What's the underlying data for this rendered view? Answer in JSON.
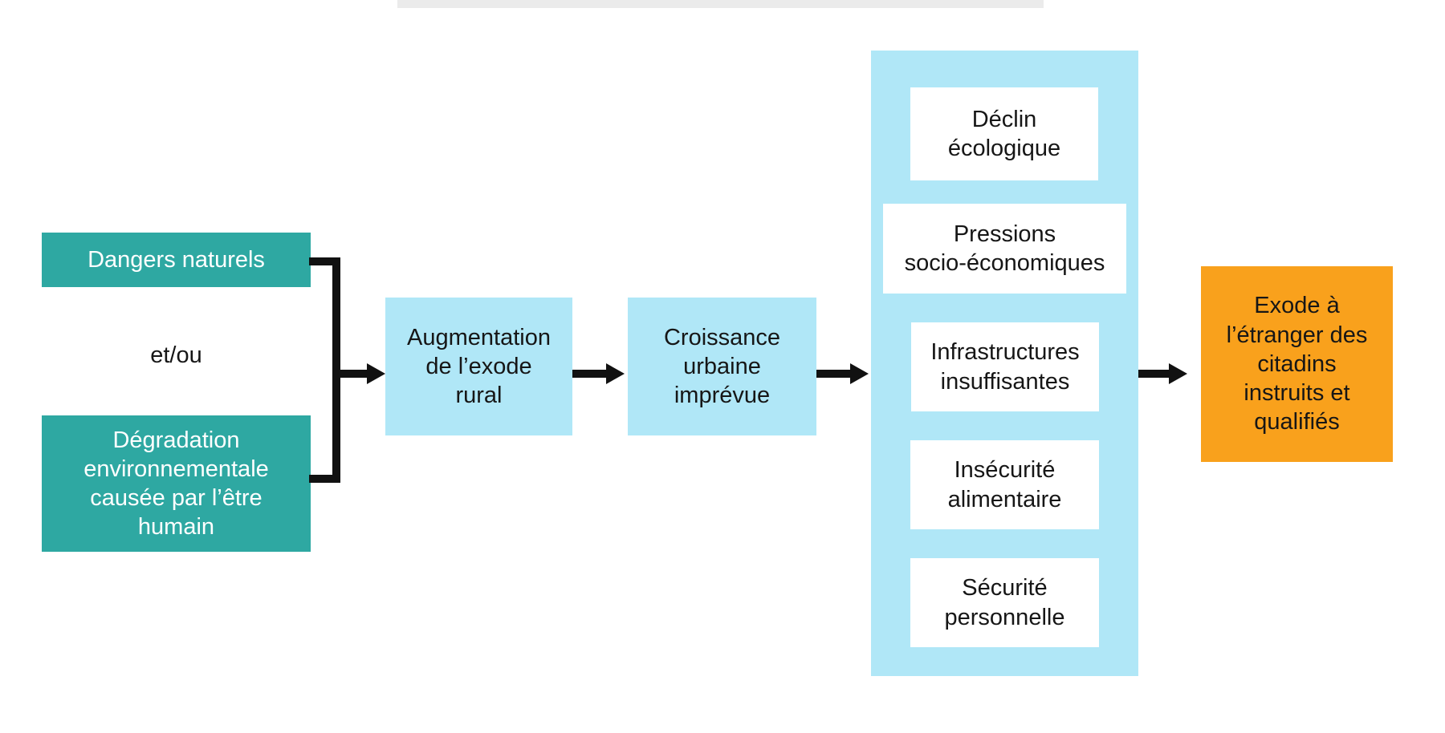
{
  "colors": {
    "teal": "#2ea8a2",
    "lightblue": "#b0e7f7",
    "orange": "#f9a11c",
    "line": "#111111"
  },
  "causes": {
    "natural": "Dangers naturels",
    "operator": "et/ou",
    "environmental": "Dégradation\nenvironnementale\ncausée par l’être\nhumain"
  },
  "steps": {
    "rural_exodus": "Augmentation\nde l’exode\nrural",
    "urban_growth": "Croissance\nurbaine\nimprévue"
  },
  "consequences": [
    "Déclin\nécologique",
    "Pressions\nsocio-économiques",
    "Infrastructures\ninsuffisantes",
    "Insécurité\nalimentaire",
    "Sécurité\npersonnelle"
  ],
  "outcome": "Exode à\nl’étranger des\ncitadins\ninstruits et\nqualifiés"
}
